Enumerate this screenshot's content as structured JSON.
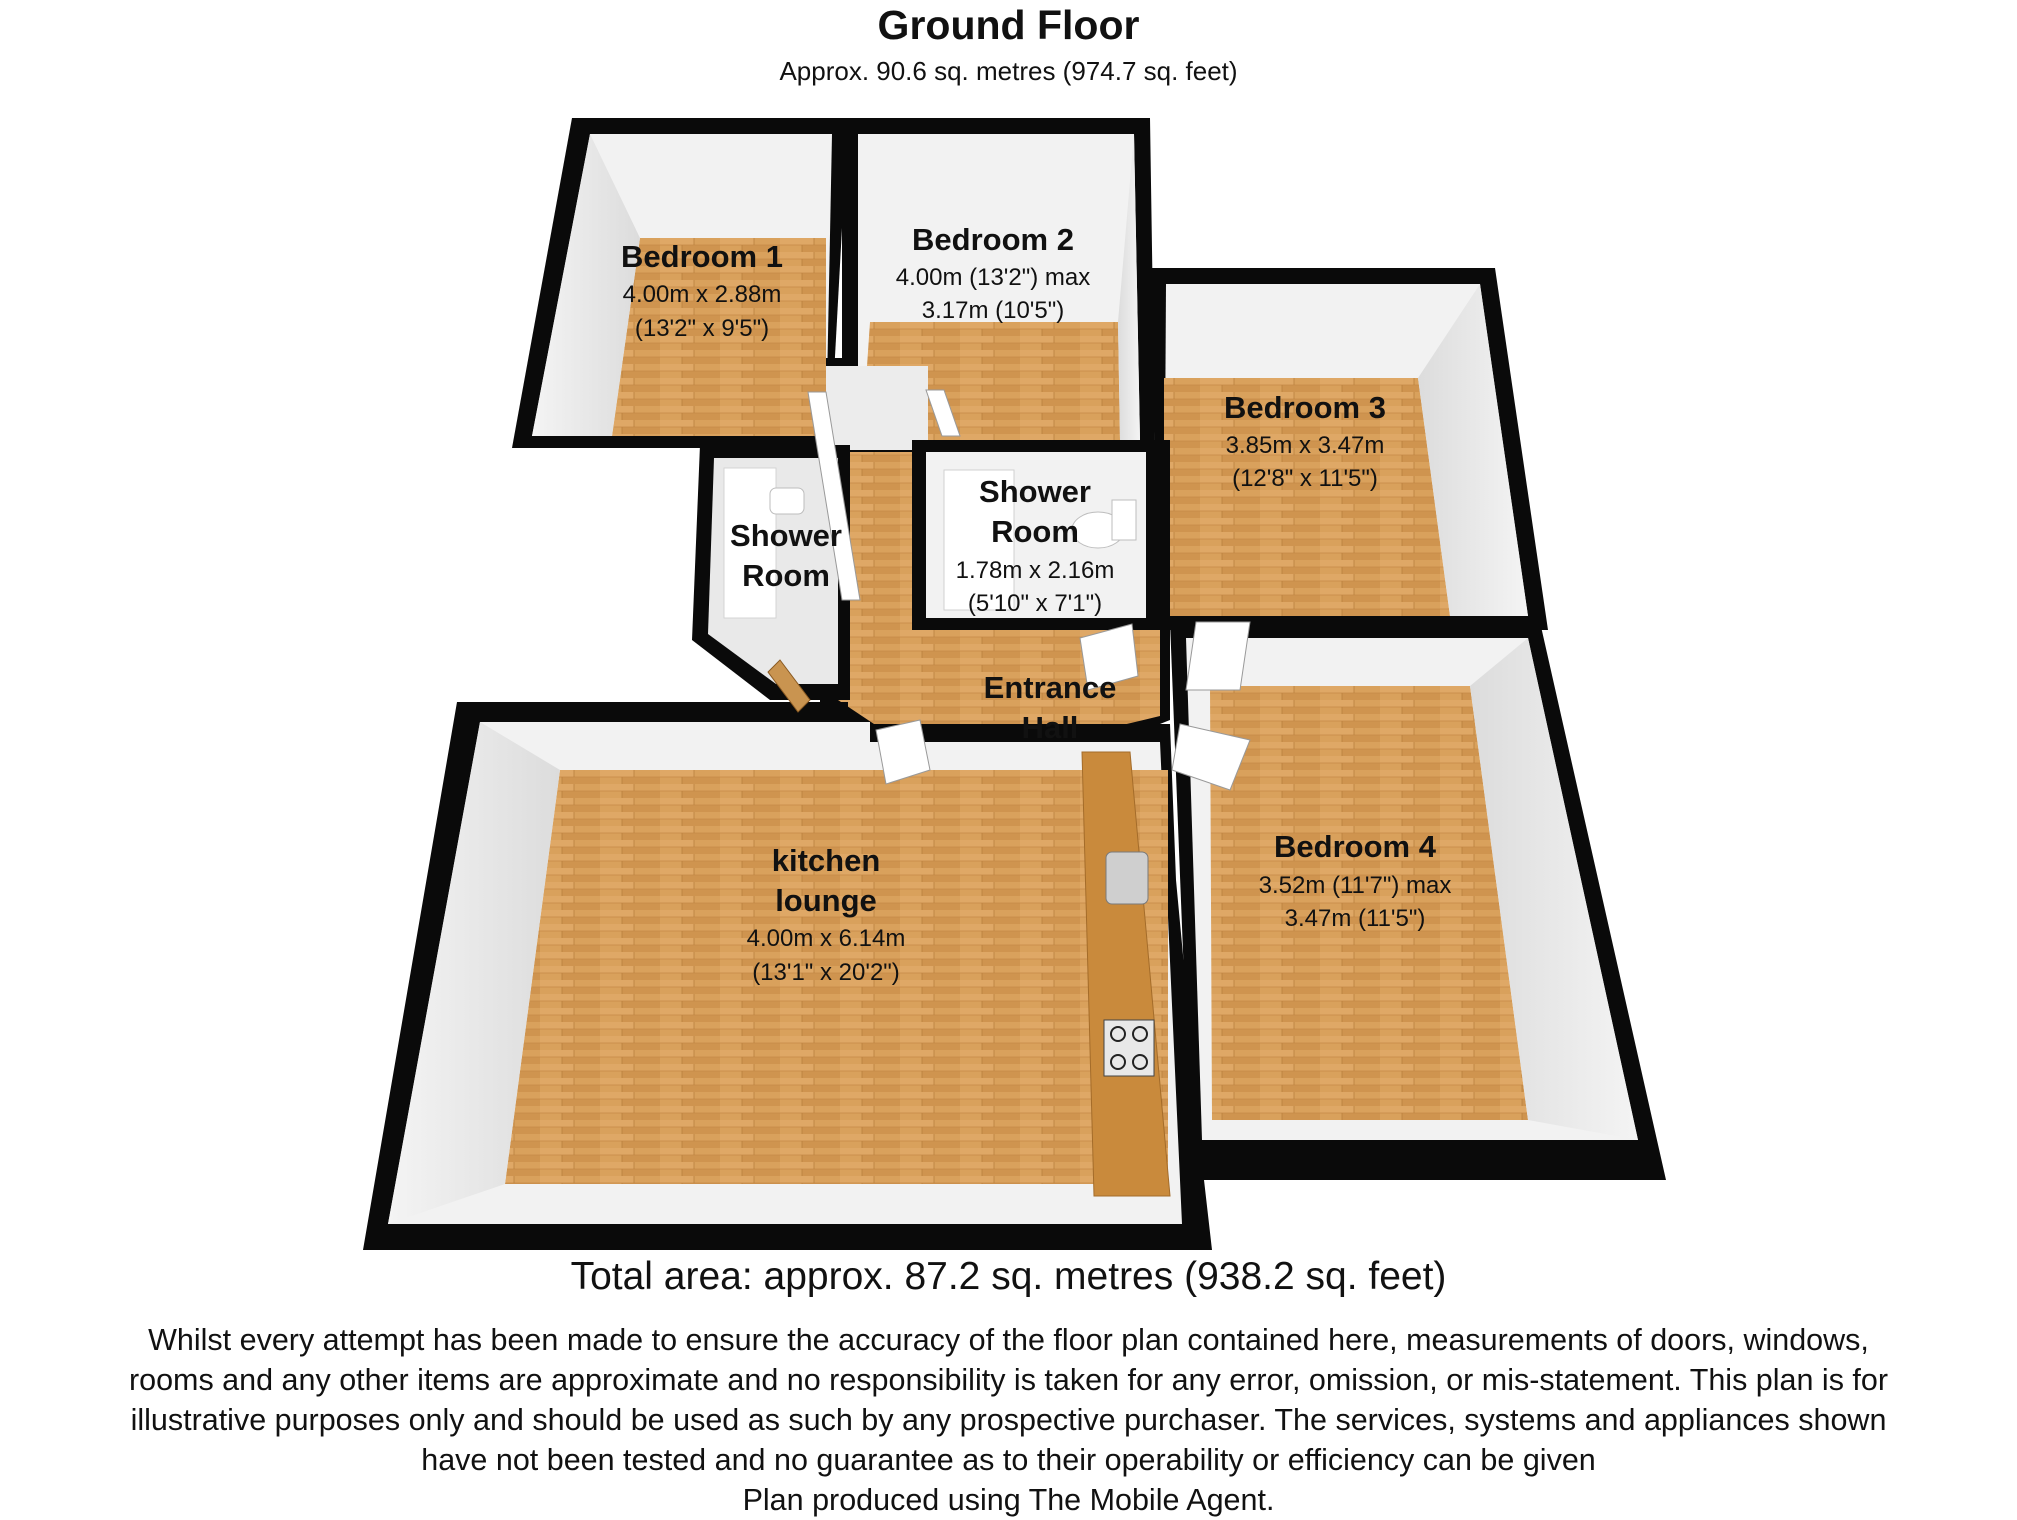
{
  "header": {
    "title": "Ground Floor",
    "subtitle": "Approx.  90.6 sq. metres (974.7 sq. feet)"
  },
  "rooms": {
    "bedroom1": {
      "name": "Bedroom 1",
      "dim1": "4.00m x 2.88m",
      "dim2": "(13'2\" x 9'5\")"
    },
    "bedroom2": {
      "name": "Bedroom 2",
      "dim1": "4.00m (13'2\") max",
      "dim2": "3.17m (10'5\")"
    },
    "bedroom3": {
      "name": "Bedroom 3",
      "dim1": "3.85m x 3.47m",
      "dim2": "(12'8\" x 11'5\")"
    },
    "shower_small": {
      "name1": "Shower",
      "name2": "Room"
    },
    "shower_main": {
      "name1": "Shower",
      "name2": "Room",
      "dim1": "1.78m x 2.16m",
      "dim2": "(5'10\" x 7'1\")"
    },
    "entrance": {
      "name1": "Entrance",
      "name2": "Hall"
    },
    "kitchen": {
      "name1": "kitchen",
      "name2": "lounge",
      "dim1": "4.00m x 6.14m",
      "dim2": "(13'1\" x 20'2\")"
    },
    "bedroom4": {
      "name": "Bedroom 4",
      "dim1": "3.52m (11'7\") max",
      "dim2": "3.47m (11'5\")"
    }
  },
  "footer": {
    "total": "Total area: approx.  87.2 sq. metres (938.2 sq. feet)",
    "disclaimer": [
      "Whilst every attempt has been made to ensure the accuracy of the floor plan contained here, measurements of doors, windows,",
      "rooms and any other items are approximate and no responsibility is taken for any error, omission, or mis-statement. This plan is for",
      "illustrative purposes only and should be used as such by any prospective purchaser. The services, systems and appliances shown",
      "have not been tested and no guarantee as to their operability or efficiency can be given",
      "Plan produced using The Mobile Agent."
    ]
  },
  "colors": {
    "wall": "#0a0a0a",
    "floor": "#d9a15c",
    "inner_wall": "#efefef",
    "counter": "#c98a3c"
  }
}
